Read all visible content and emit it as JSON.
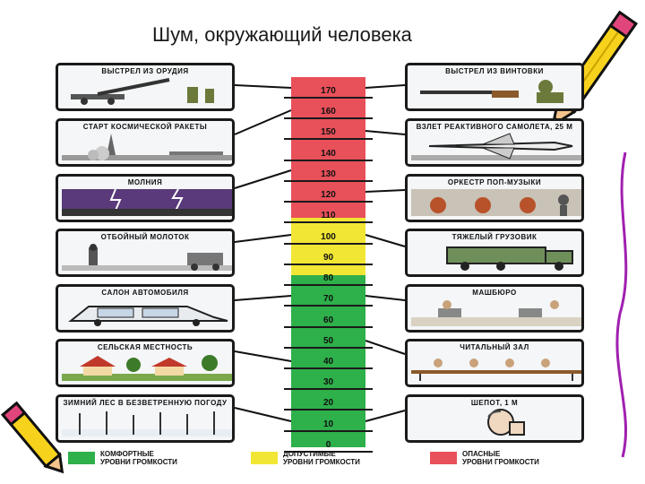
{
  "title": "Шум, окружающий человека",
  "scale": {
    "ticks": [
      "170",
      "160",
      "150",
      "140",
      "130",
      "120",
      "110",
      "100",
      "90",
      "80",
      "70",
      "60",
      "50",
      "40",
      "30",
      "20",
      "10",
      "0"
    ],
    "colors": {
      "danger": "#e8505a",
      "allowed": "#f2e635",
      "comfort": "#2eb04a"
    }
  },
  "left_panels": [
    {
      "caption": "ВЫСТРЕЛ ИЗ ОРУДИЯ",
      "icon": "artillery-icon"
    },
    {
      "caption": "СТАРТ КОСМИЧЕСКОЙ РАКЕТЫ",
      "icon": "rocket-icon"
    },
    {
      "caption": "МОЛНИЯ",
      "icon": "lightning-icon"
    },
    {
      "caption": "ОТБОЙНЫЙ МОЛОТОК",
      "icon": "jackhammer-icon"
    },
    {
      "caption": "САЛОН АВТОМОБИЛЯ",
      "icon": "car-icon"
    },
    {
      "caption": "СЕЛЬСКАЯ МЕСТНОСТЬ",
      "icon": "village-icon"
    },
    {
      "caption": "ЗИМНИЙ ЛЕС В БЕЗВЕТРЕННУЮ ПОГОДУ",
      "icon": "forest-icon"
    }
  ],
  "right_panels": [
    {
      "caption": "ВЫСТРЕЛ ИЗ ВИНТОВКИ",
      "icon": "rifle-icon"
    },
    {
      "caption": "ВЗЛЕТ РЕАКТИВНОГО САМОЛЕТА, 25 М",
      "icon": "jet-icon"
    },
    {
      "caption": "ОРКЕСТР ПОП-МУЗЫКИ",
      "icon": "band-icon"
    },
    {
      "caption": "ТЯЖЕЛЫЙ ГРУЗОВИК",
      "icon": "truck-icon"
    },
    {
      "caption": "МАШБЮРО",
      "icon": "office-icon"
    },
    {
      "caption": "ЧИТАЛЬНЫЙ ЗАЛ",
      "icon": "reading-room-icon"
    },
    {
      "caption": "ШЕПОТ, 1 М",
      "icon": "whisper-icon"
    }
  ],
  "legend": [
    {
      "line1": "КОМФОРТНЫЕ",
      "line2": "УРОВНИ ГРОМКОСТИ",
      "color": "#2eb04a"
    },
    {
      "line1": "ДОПУСТИМЫЕ",
      "line2": "УРОВНИ ГРОМКОСТИ",
      "color": "#f2e635"
    },
    {
      "line1": "ОПАСНЫЕ",
      "line2": "УРОВНИ ГРОМКОСТИ",
      "color": "#e8505a"
    }
  ]
}
